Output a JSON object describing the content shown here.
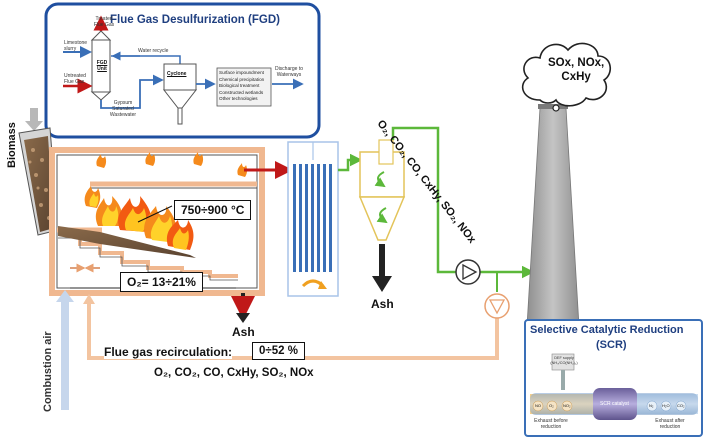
{
  "fgd": {
    "title": "Flue Gas Desulfurization (FGD)",
    "treated_flue_gas": "Treated Flue Gas",
    "limestone_slurry": "Limestone slurry",
    "untreated_flue_gas": "Untreated Flue Gas",
    "fgd_unit": "FGD Unit",
    "water_recycle": "Water recycle",
    "cyclone": "Cyclone",
    "gypsum_wastewater": "Gypsum Saturated Wastewater",
    "treatments": [
      "Surface impoundment",
      "Chemical precipitation",
      "Biological treatment",
      "Constructed wetlands",
      "Other technologies"
    ],
    "discharge": "Discharge to Waterways"
  },
  "labels": {
    "biomass": "Biomass",
    "combustion_air": "Combustion air",
    "temperature": "750÷900 °C",
    "o2": "O₂= 13÷21%",
    "ash_furnace": "Ash",
    "ash_cyclone": "Ash",
    "recirculation_label": "Flue gas recirculation:",
    "recirculation_value": "0÷52 %",
    "gases_bottom": "O₂, CO₂, CO, CxHy, SO₂, NOx",
    "gases_diag": "O₂, CO₂, CO, CxHy, SO₂, NOx",
    "stack_cloud": [
      "SOx, NOx,",
      "CxHy"
    ]
  },
  "scr": {
    "title": "Selective Catalytic Reduction",
    "abbr": "(SCR)",
    "supply": "DEF supply (NH₃/CO(NH₂)₂)",
    "catalyst": "SCR catalyst",
    "before": "Exhaust before reduction",
    "after": "Exhaust after reduction",
    "inputs": [
      "NO",
      "O₂",
      "NO₂"
    ],
    "outputs": [
      "N₂",
      "H₂O",
      "CO₂"
    ]
  },
  "colors": {
    "fgd_border": "#1f4fa0",
    "scr_border": "#3a6fb7",
    "flue_red": "#d42020",
    "green_pipe": "#5cb83a",
    "recirc_orange": "#f3c4a0",
    "air_blue": "#c6d6ec",
    "furnace_orange": "#f0b890"
  }
}
